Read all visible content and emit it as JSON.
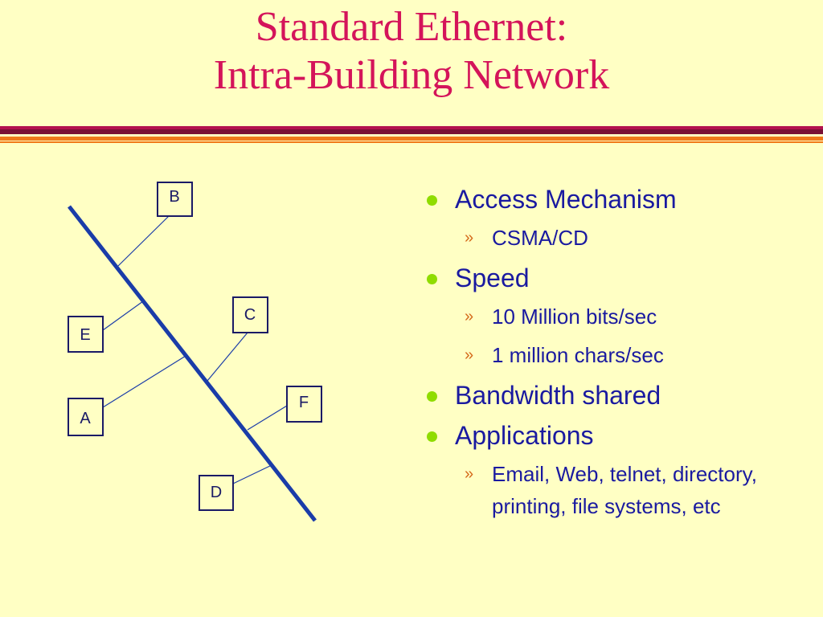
{
  "title": {
    "line1": "Standard Ethernet:",
    "line2": "Intra-Building Network"
  },
  "colors": {
    "background": "#ffffc4",
    "title": "#d4145a",
    "bus": "#1a3ca8",
    "text": "#1a1aa0",
    "bullet": "#8fdc00",
    "sub_bullet": "#d46a1a"
  },
  "diagram": {
    "nodes": [
      {
        "id": "B",
        "label": "B"
      },
      {
        "id": "E",
        "label": "E"
      },
      {
        "id": "C",
        "label": "C"
      },
      {
        "id": "A",
        "label": "A"
      },
      {
        "id": "F",
        "label": "F"
      },
      {
        "id": "D",
        "label": "D"
      }
    ]
  },
  "bullets": [
    {
      "text": "Access Mechanism",
      "sub": [
        {
          "text": "CSMA/CD"
        }
      ]
    },
    {
      "text": "Speed",
      "sub": [
        {
          "text": "10 Million bits/sec"
        },
        {
          "text": "1 million chars/sec"
        }
      ]
    },
    {
      "text": "Bandwidth shared",
      "sub": []
    },
    {
      "text": "Applications",
      "sub": [
        {
          "text": "Email, Web, telnet, directory, printing, file systems, etc"
        }
      ]
    }
  ],
  "sub_marker": "»"
}
